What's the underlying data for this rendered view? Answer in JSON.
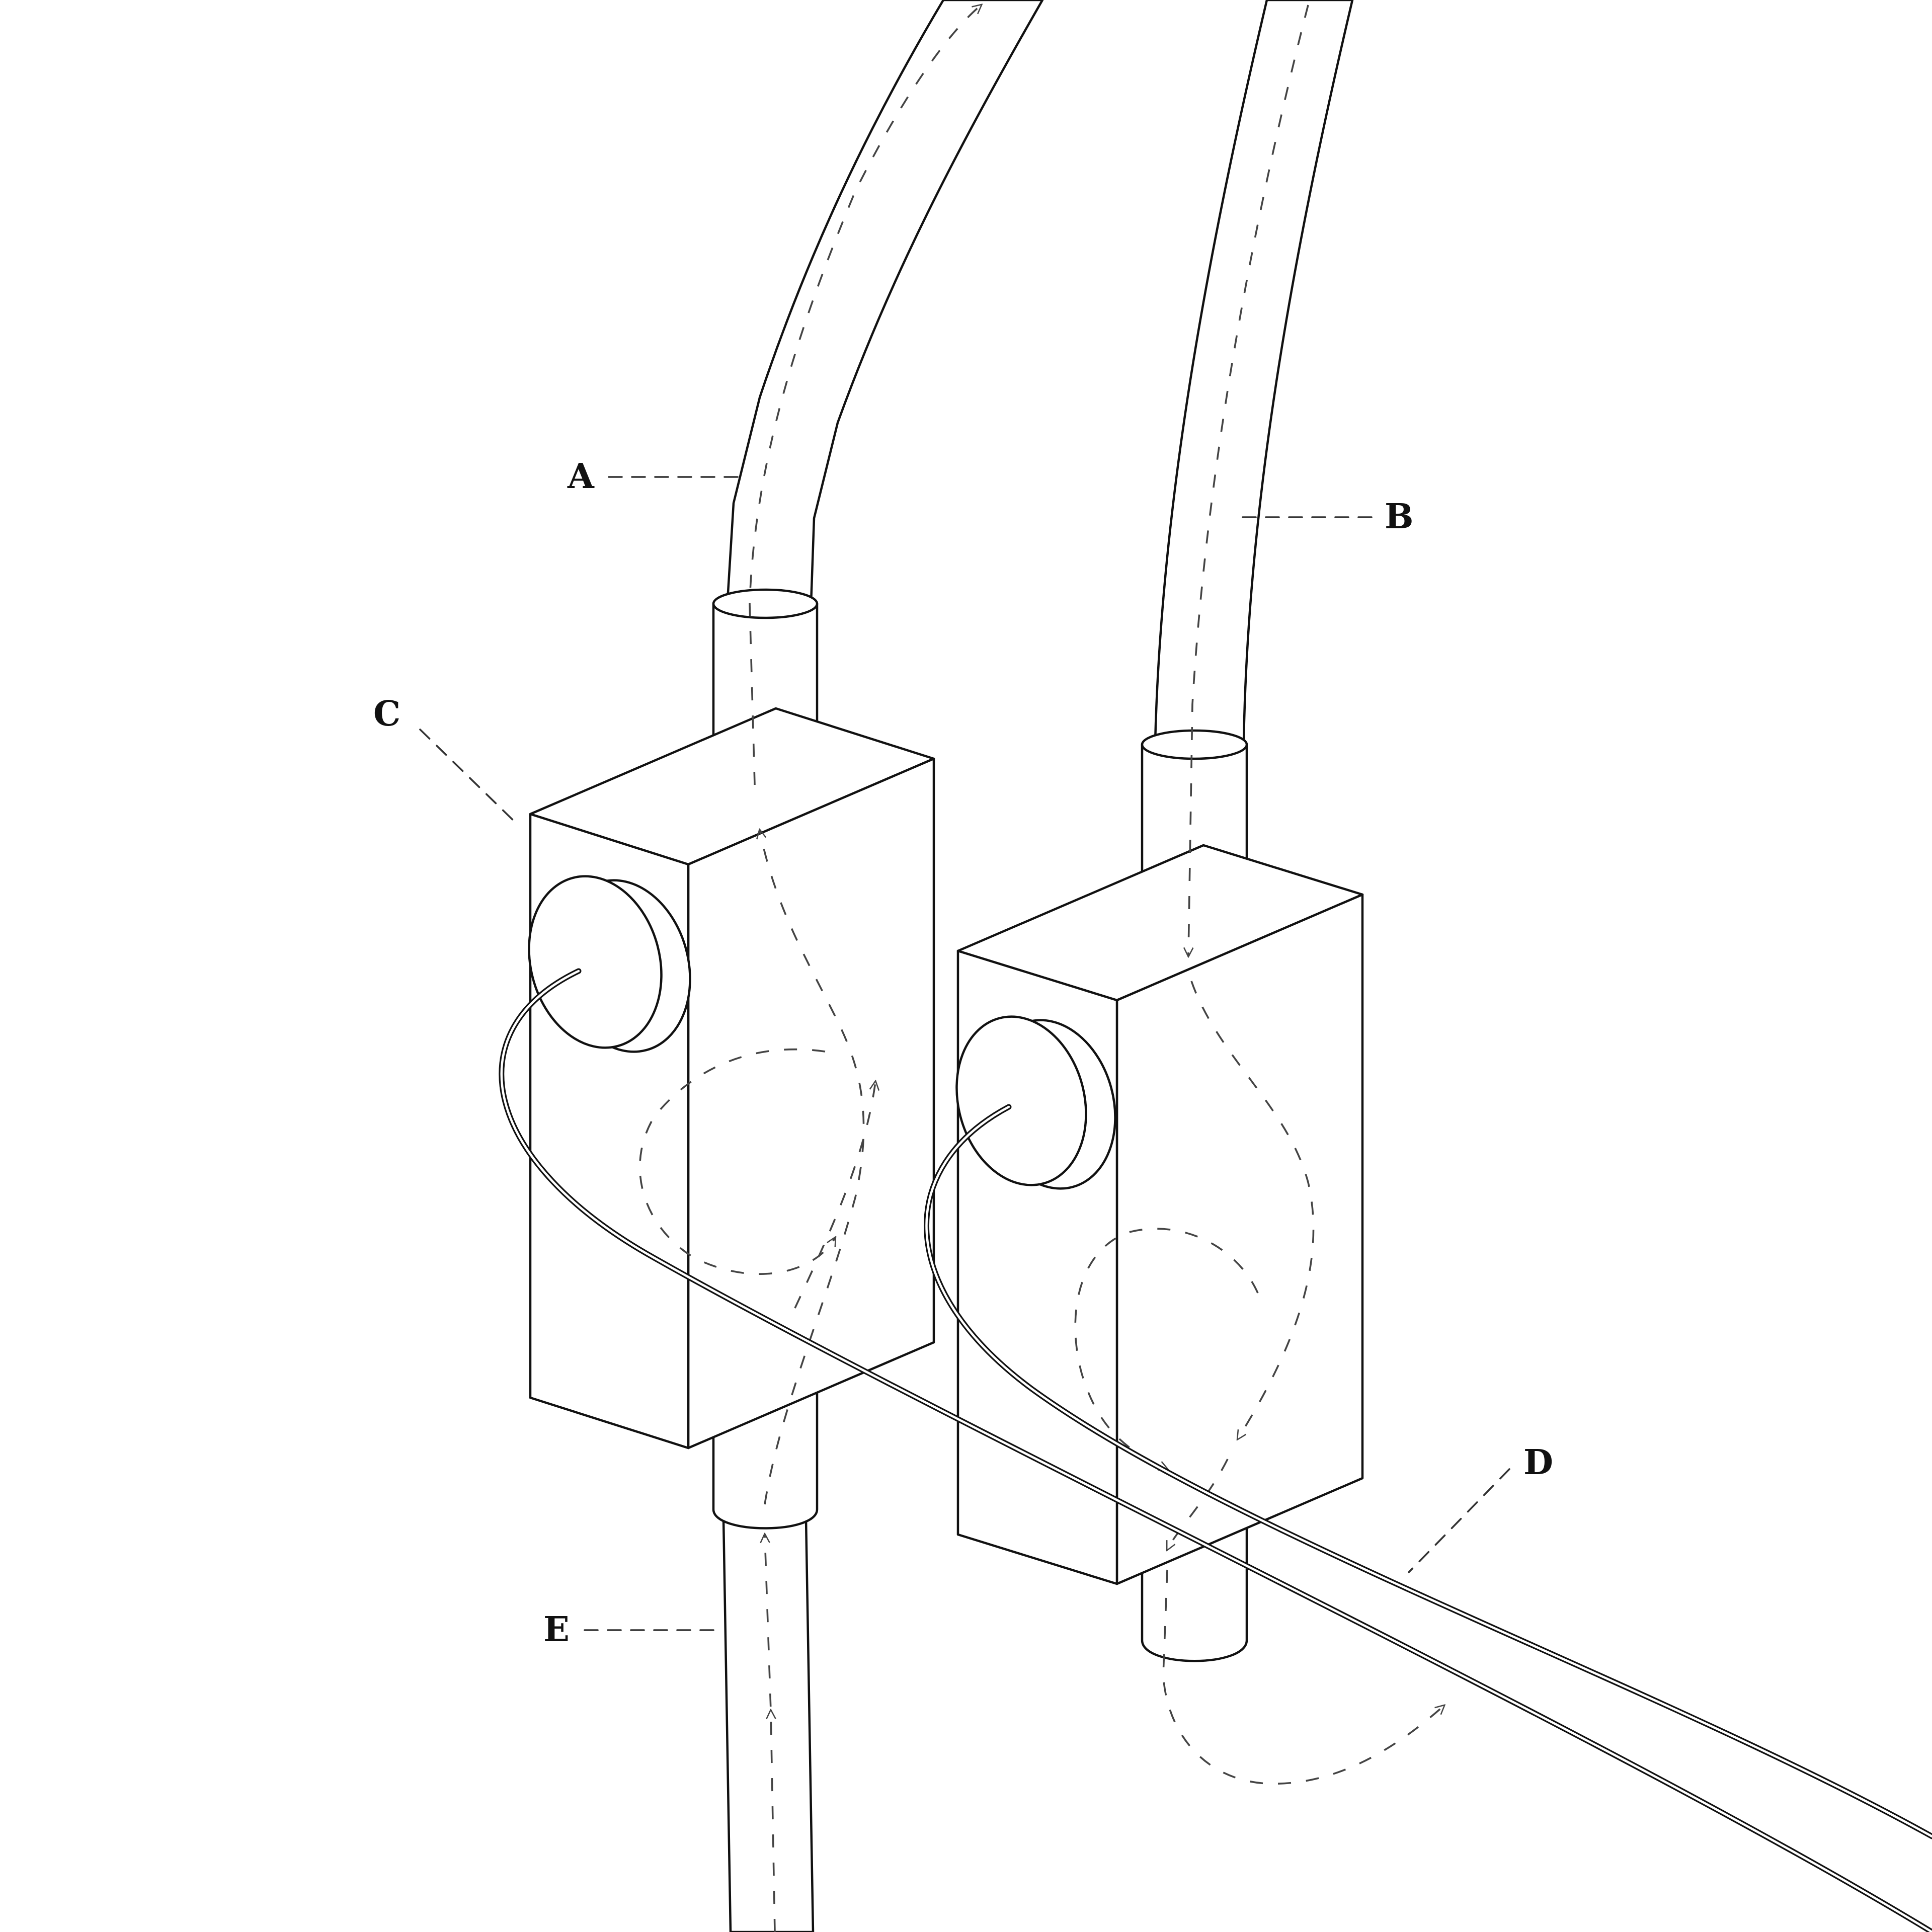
{
  "labels": {
    "A": "A",
    "B": "B",
    "C": "C",
    "D": "D",
    "E": "E"
  },
  "colors": {
    "line": "#111111",
    "flow_arrows": "#444444",
    "background": "#ffffff"
  }
}
